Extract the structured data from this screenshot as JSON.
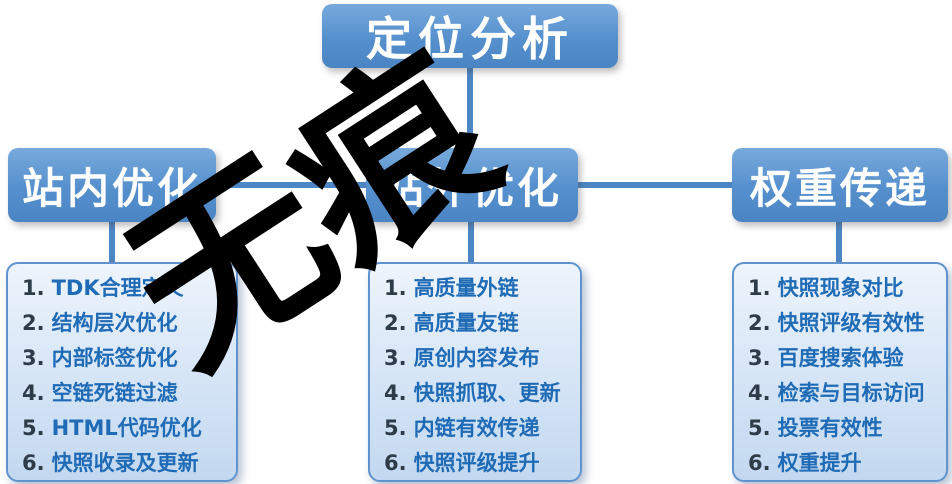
{
  "root": {
    "label": "定位分析"
  },
  "watermark": {
    "text": "无痕"
  },
  "branches": [
    {
      "title": "站内优化",
      "items": [
        {
          "num": "1.",
          "label": "TDK合理定义"
        },
        {
          "num": "2.",
          "label": "结构层次优化"
        },
        {
          "num": "3.",
          "label": "内部标签优化"
        },
        {
          "num": "4.",
          "label": "空链死链过滤"
        },
        {
          "num": "5.",
          "label": "HTML代码优化"
        },
        {
          "num": "6.",
          "label": "快照收录及更新"
        }
      ]
    },
    {
      "title": "站外优化",
      "items": [
        {
          "num": "1.",
          "label": "高质量外链"
        },
        {
          "num": "2.",
          "label": "高质量友链"
        },
        {
          "num": "3.",
          "label": "原创内容发布"
        },
        {
          "num": "4.",
          "label": "快照抓取、更新"
        },
        {
          "num": "5.",
          "label": "内链有效传递"
        },
        {
          "num": "6.",
          "label": "快照评级提升"
        }
      ]
    },
    {
      "title": "权重传递",
      "items": [
        {
          "num": "1.",
          "label": "快照现象对比"
        },
        {
          "num": "2.",
          "label": "快照评级有效性"
        },
        {
          "num": "3.",
          "label": "百度搜索体验"
        },
        {
          "num": "4.",
          "label": "检索与目标访问"
        },
        {
          "num": "5.",
          "label": "投票有效性"
        },
        {
          "num": "6.",
          "label": "权重提升"
        }
      ]
    }
  ],
  "colors": {
    "node_blue": "#5590cd",
    "connector_blue": "#4d86c4",
    "list_text_blue": "#1f6bb5",
    "watermark_black": "#000000"
  }
}
